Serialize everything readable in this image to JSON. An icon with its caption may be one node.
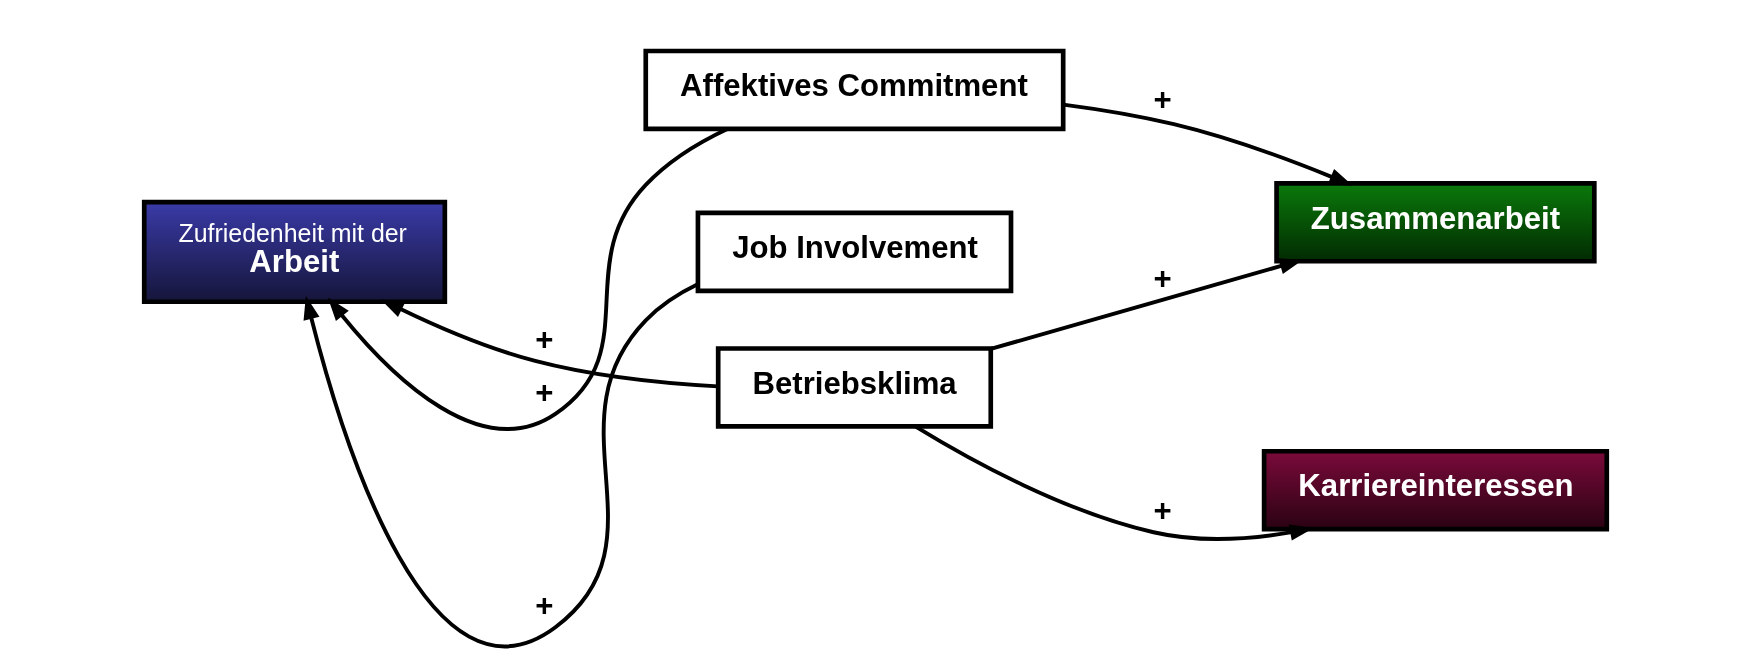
{
  "diagram": {
    "nodes": [
      {
        "text": [
          "Zufriedenheit mit der",
          "Arbeit"
        ]
      },
      {
        "text": [
          "Betriebsklima"
        ]
      },
      {
        "text": [
          "Affektives Commitment"
        ]
      },
      {
        "text": [
          "Job Involvement"
        ]
      },
      {
        "text": [
          "Zusammenarbeit"
        ]
      },
      {
        "text": [
          "Karriereinteressen"
        ]
      }
    ],
    "edges": [
      {
        "from": 1,
        "to": 0,
        "arrow": "to",
        "label": "+"
      },
      {
        "from": 2,
        "to": 0,
        "arrow": "to",
        "label": "+"
      },
      {
        "from": 3,
        "to": 0,
        "arrow": "to",
        "label": "+"
      },
      {
        "from": 1,
        "to": 4,
        "arrow": "to",
        "label": "+"
      },
      {
        "from": 2,
        "to": 4,
        "arrow": "to",
        "label": "+"
      },
      {
        "from": 1,
        "to": 5,
        "arrow": "to",
        "label": "+"
      }
    ]
  }
}
